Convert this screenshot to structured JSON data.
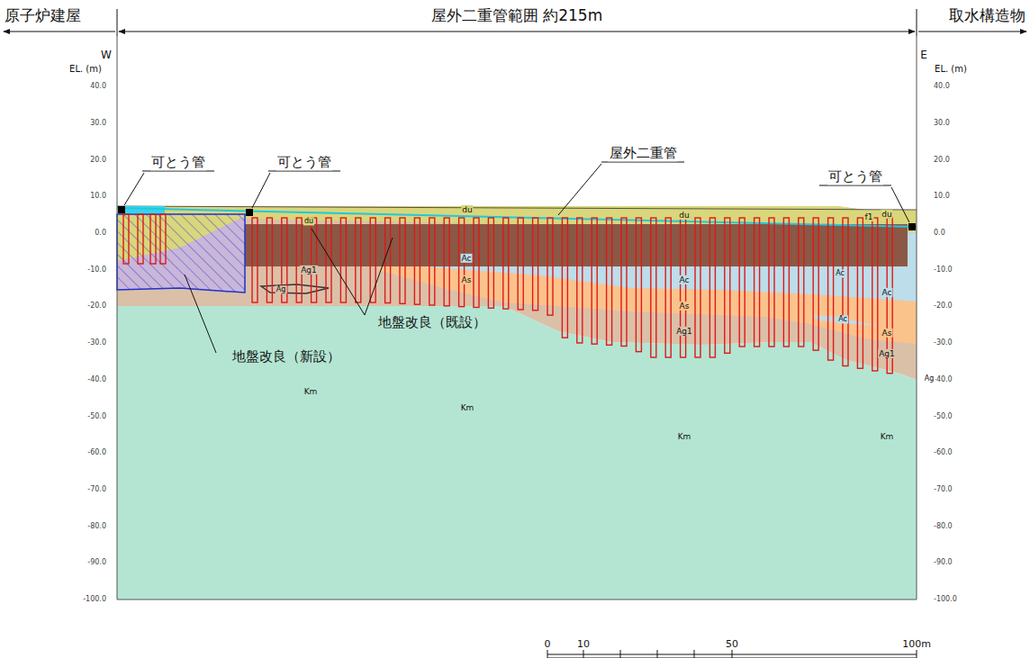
{
  "diagram": {
    "labels": [
      "原子炉建屋",
      "屋外二重管範囲 約215m",
      "取水構造物",
      "W",
      "E",
      "EL. (m)",
      "EL. (m)",
      "40.0",
      "30.0",
      "20.0",
      "10.0",
      "0.0",
      "-10.0",
      "-20.0",
      "-30.0",
      "-40.0",
      "-50.0",
      "-60.0",
      "-70.0",
      "-80.0",
      "-90.0",
      "-100.0",
      "40.0",
      "30.0",
      "20.0",
      "10.0",
      "0.0",
      "-10.0",
      "-20.0",
      "-30.0",
      "-40.0",
      "-50.0",
      "-60.0",
      "-70.0",
      "-80.0",
      "-90.0",
      "-100.0",
      "可とう管",
      "可とう管",
      "屋外二重管",
      "可とう管",
      "地盤改良（既設）",
      "地盤改良（新設）",
      "du",
      "du",
      "f1",
      "du",
      "du",
      "Ag1",
      "Ac",
      "As",
      "Ag",
      "Ac",
      "As",
      "Ag1",
      "Ac",
      "Ac",
      "Ac",
      "As",
      "Ag1",
      "Ag",
      "Km",
      "Km",
      "Km",
      "Km",
      "0",
      "10",
      "50",
      "100m"
    ]
  }
}
